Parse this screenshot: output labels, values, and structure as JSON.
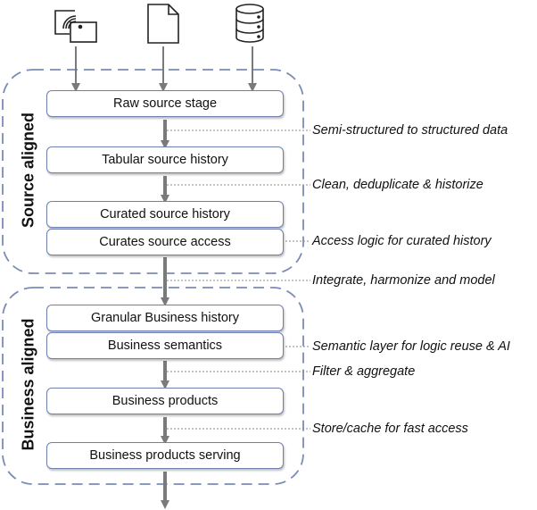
{
  "sources": [
    {
      "icon": "wireless-device-icon"
    },
    {
      "icon": "document-icon"
    },
    {
      "icon": "database-icon"
    }
  ],
  "groups": {
    "source": {
      "label": "Source aligned"
    },
    "business": {
      "label": "Business aligned"
    }
  },
  "stages": {
    "raw_source_stage": "Raw source stage",
    "tabular_source_history": "Tabular source history",
    "curated_source_history": "Curated source history",
    "curates_source_access": "Curates source access",
    "granular_business_history": "Granular Business history",
    "business_semantics": "Business semantics",
    "business_products": "Business products",
    "business_products_serving": "Business products serving"
  },
  "annotations": {
    "semi_structured": "Semi-structured to structured data",
    "clean_dedup": "Clean, deduplicate & historize",
    "access_logic": "Access logic for curated history",
    "integrate": "Integrate, harmonize and model",
    "semantic_layer": "Semantic layer for logic reuse & AI",
    "filter_aggregate": "Filter & aggregate",
    "store_cache": "Store/cache for fast access"
  },
  "colors": {
    "box_border": "#6f7fae",
    "group_dash": "#7a8bb8",
    "arrow": "#7a7a7a",
    "leader": "#8a8a8a"
  }
}
